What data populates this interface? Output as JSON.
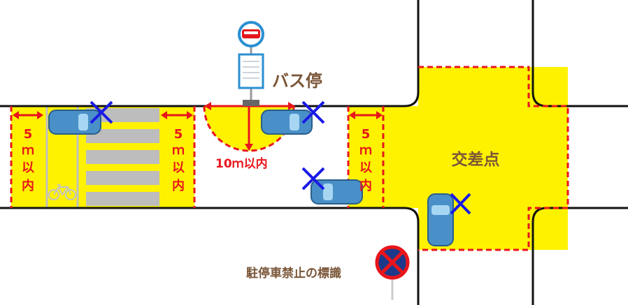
{
  "labels": {
    "bus_stop": "バス停",
    "radius": "10ｍ以内",
    "five_m_left": [
      "5",
      "ｍ",
      "以",
      "内"
    ],
    "five_m_right": [
      "5",
      "ｍ",
      "以",
      "内"
    ],
    "five_m_intersection": [
      "5",
      "ｍ",
      "以",
      "内"
    ],
    "intersection": "交差点",
    "no_parking_sign": "駐停車禁止の標識"
  },
  "colors": {
    "zone": "#fff200",
    "dash": "#e8151b",
    "cross": "#1a1ae6",
    "car": "#4a90c8",
    "text": "#7a5638"
  }
}
